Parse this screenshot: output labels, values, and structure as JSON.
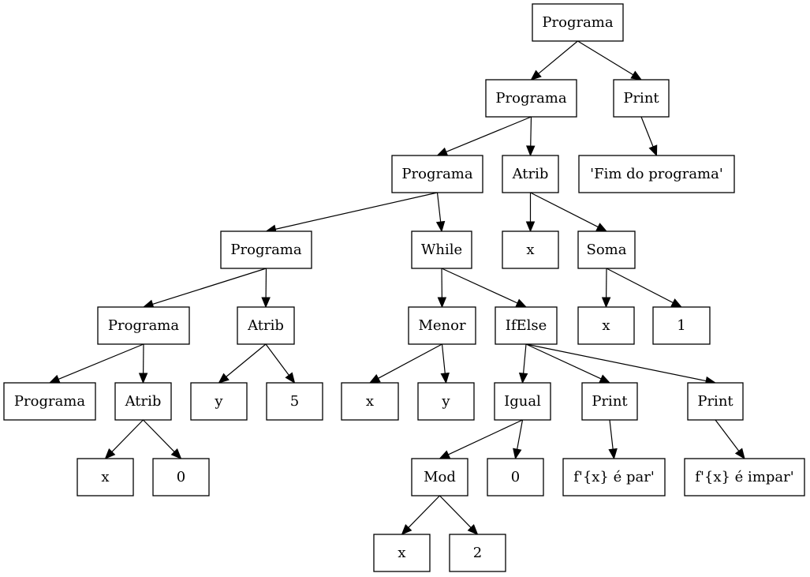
{
  "diagram": {
    "type": "tree",
    "nodes": [
      {
        "id": "n1",
        "label": "Programa"
      },
      {
        "id": "n2",
        "label": "Programa"
      },
      {
        "id": "n3",
        "label": "Print"
      },
      {
        "id": "n4",
        "label": "Programa"
      },
      {
        "id": "n5",
        "label": "Atrib"
      },
      {
        "id": "n6",
        "label": "'Fim do programa'"
      },
      {
        "id": "n7",
        "label": "Programa"
      },
      {
        "id": "n8",
        "label": "While"
      },
      {
        "id": "n9",
        "label": "x"
      },
      {
        "id": "n10",
        "label": "Soma"
      },
      {
        "id": "n11",
        "label": "Programa"
      },
      {
        "id": "n12",
        "label": "Atrib"
      },
      {
        "id": "n13",
        "label": "Menor"
      },
      {
        "id": "n14",
        "label": "IfElse"
      },
      {
        "id": "n15",
        "label": "x"
      },
      {
        "id": "n16",
        "label": "1"
      },
      {
        "id": "n17",
        "label": "Programa"
      },
      {
        "id": "n18",
        "label": "Atrib"
      },
      {
        "id": "n19",
        "label": "y"
      },
      {
        "id": "n20",
        "label": "5"
      },
      {
        "id": "n21",
        "label": "x"
      },
      {
        "id": "n22",
        "label": "y"
      },
      {
        "id": "n23",
        "label": "Igual"
      },
      {
        "id": "n24",
        "label": "Print"
      },
      {
        "id": "n25",
        "label": "Print"
      },
      {
        "id": "n26",
        "label": "x"
      },
      {
        "id": "n27",
        "label": "0"
      },
      {
        "id": "n28",
        "label": "Mod"
      },
      {
        "id": "n29",
        "label": "0"
      },
      {
        "id": "n30",
        "label": "f'{x} é par'"
      },
      {
        "id": "n31",
        "label": "f'{x} é impar'"
      },
      {
        "id": "n32",
        "label": "x"
      },
      {
        "id": "n33",
        "label": "2"
      }
    ],
    "edges": [
      [
        "n1",
        "n2"
      ],
      [
        "n1",
        "n3"
      ],
      [
        "n2",
        "n4"
      ],
      [
        "n2",
        "n5"
      ],
      [
        "n3",
        "n6"
      ],
      [
        "n4",
        "n7"
      ],
      [
        "n4",
        "n8"
      ],
      [
        "n5",
        "n9"
      ],
      [
        "n5",
        "n10"
      ],
      [
        "n7",
        "n11"
      ],
      [
        "n7",
        "n12"
      ],
      [
        "n8",
        "n13"
      ],
      [
        "n8",
        "n14"
      ],
      [
        "n10",
        "n15"
      ],
      [
        "n10",
        "n16"
      ],
      [
        "n11",
        "n17"
      ],
      [
        "n11",
        "n18"
      ],
      [
        "n12",
        "n19"
      ],
      [
        "n12",
        "n20"
      ],
      [
        "n13",
        "n21"
      ],
      [
        "n13",
        "n22"
      ],
      [
        "n14",
        "n23"
      ],
      [
        "n14",
        "n24"
      ],
      [
        "n14",
        "n25"
      ],
      [
        "n18",
        "n26"
      ],
      [
        "n18",
        "n27"
      ],
      [
        "n23",
        "n28"
      ],
      [
        "n23",
        "n29"
      ],
      [
        "n24",
        "n30"
      ],
      [
        "n25",
        "n31"
      ],
      [
        "n28",
        "n32"
      ],
      [
        "n28",
        "n33"
      ]
    ]
  }
}
